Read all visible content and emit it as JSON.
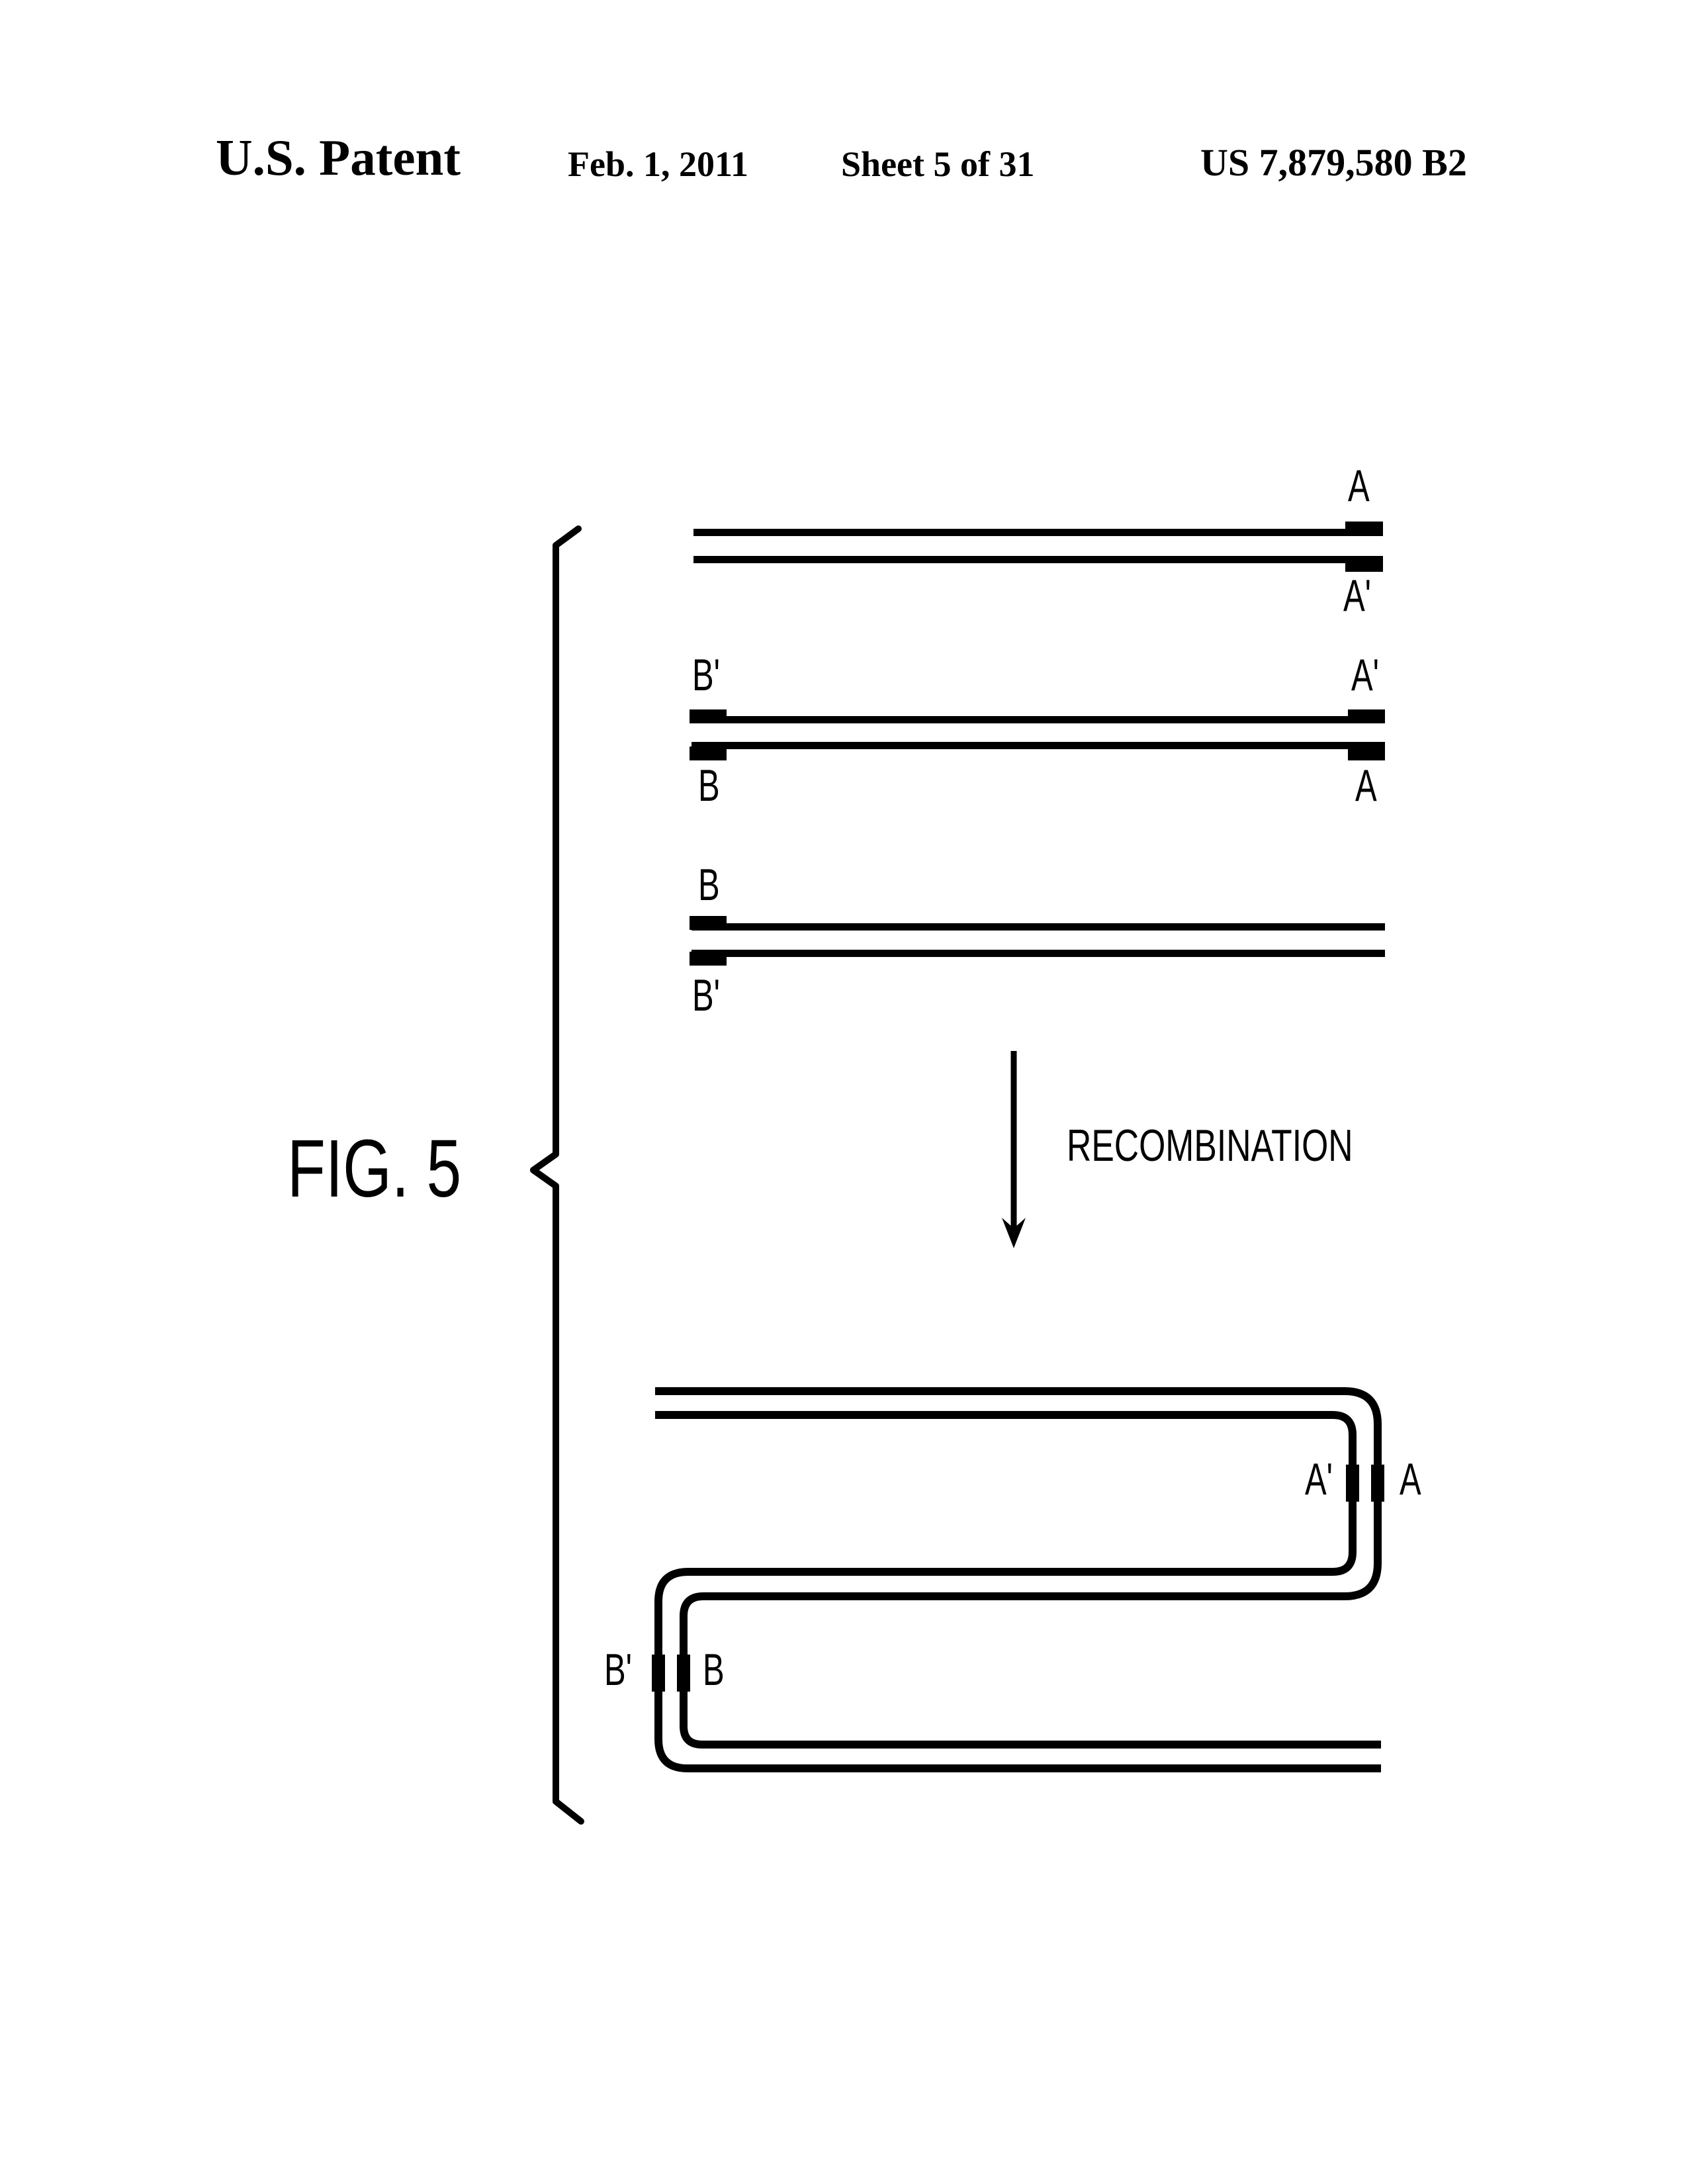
{
  "page": {
    "background": "#ffffff",
    "ink": "#000000"
  },
  "header": {
    "title": "U.S. Patent",
    "date": "Feb. 1, 2011",
    "sheet": "Sheet 5 of 31",
    "patent_number": "US 7,879,580 B2"
  },
  "figure": {
    "label": "FIG. 5",
    "process_label": "RECOMBINATION",
    "substrates": {
      "pair1": {
        "right_top": "A",
        "right_bottom": "A'"
      },
      "pair2": {
        "left_top": "B'",
        "left_bottom": "B",
        "right_top": "A'",
        "right_bottom": "A"
      },
      "pair3": {
        "left_top": "B",
        "left_bottom": "B'"
      }
    },
    "product": {
      "right_inner": "A'",
      "right_outer": "A",
      "left_outer": "B'",
      "left_inner": "B"
    }
  }
}
